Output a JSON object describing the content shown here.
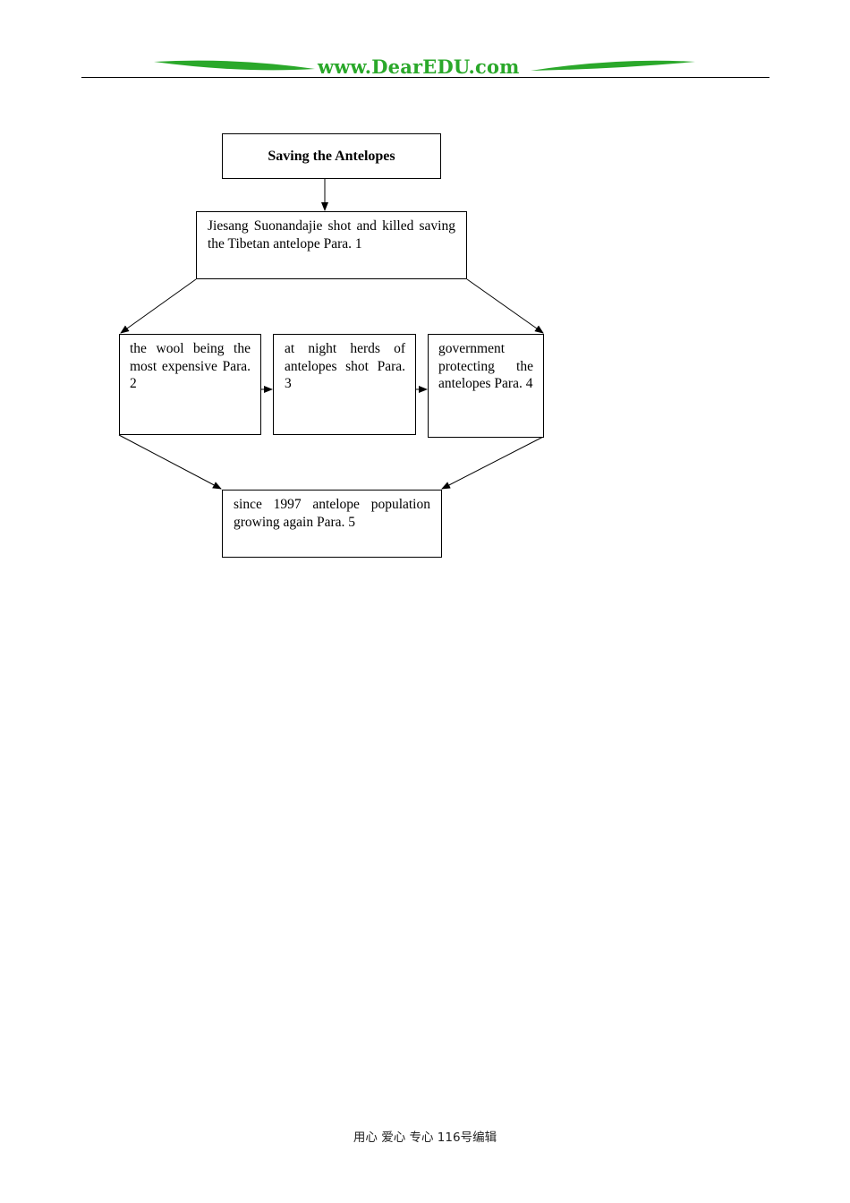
{
  "header": {
    "site": "www.DearEDU.com",
    "accent_color": "#2aa82a"
  },
  "diagram": {
    "title": "Saving the Antelopes",
    "para1": "Jiesang Suonandajie shot and killed saving the Tibetan antelope Para. 1",
    "para2": "the wool being the most expensive Para. 2",
    "para3": "at night herds of antelopes shot Para. 3",
    "para4": "government protecting the antelopes Para. 4",
    "para5": "since 1997 antelope population growing again Para. 5"
  },
  "footer": {
    "text": "用心 爱心 专心 116号编辑"
  }
}
